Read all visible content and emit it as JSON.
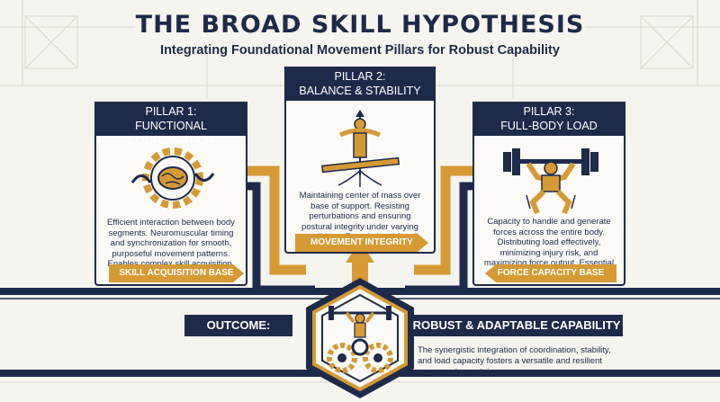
{
  "title": "THE BROAD SKILL HYPOTHESIS",
  "subtitle": "Integrating Foundational Movement Pillars for Robust Capability",
  "colors": {
    "navy": "#1e2a4a",
    "gold": "#d69a34",
    "background": "#f6f4ee"
  },
  "pillars": [
    {
      "heading": "PILLAR 1:",
      "name": "FUNCTIONAL COORDINATION",
      "icon": "brain-gear-icon",
      "description": "Efficient interaction between body segments. Neuromuscular timing and synchronization for smooth, purposeful movement patterns. Enables complex skill acquisition.",
      "tag": "SKILL ACQUISITION BASE"
    },
    {
      "heading": "PILLAR 2:",
      "name": "BALANCE & STABILITY",
      "icon": "balance-figure-icon",
      "description": "Maintaining center of mass over base of support. Resisting perturbations and ensuring postural integrity under varying conditions. Foundational for all dynamic action.",
      "tag": "MOVEMENT INTEGRITY"
    },
    {
      "heading": "PILLAR 3:",
      "name": "FULL-BODY LOAD",
      "icon": "weightlifter-icon",
      "description": "Capacity to handle and generate forces across the entire body. Distributing load effectively, minimizing injury risk, and maximizing force output. Essential for real-world application.",
      "tag": "FORCE CAPACITY BASE"
    }
  ],
  "outcome": {
    "label": "OUTCOME:",
    "title": "ROBUST & ADAPTABLE CAPABILITY",
    "icon": "hexagon-lifter-gears-icon",
    "description": "The synergistic integration of coordination, stability, and load capacity fosters a versatile and resilient movement repertoire."
  }
}
